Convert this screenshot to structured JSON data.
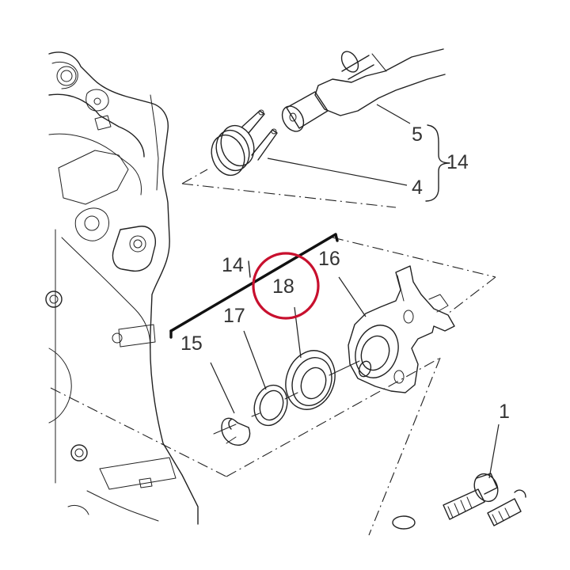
{
  "diagram": {
    "highlight_color": "#c8102e",
    "line_color": "#222222",
    "callouts": {
      "c1": "1",
      "c4": "4",
      "c5": "5",
      "c14_upper": "14",
      "c14_lower": "14",
      "c15": "15",
      "c16": "16",
      "c17": "17",
      "c18": "18"
    },
    "highlighted_part": "18"
  }
}
